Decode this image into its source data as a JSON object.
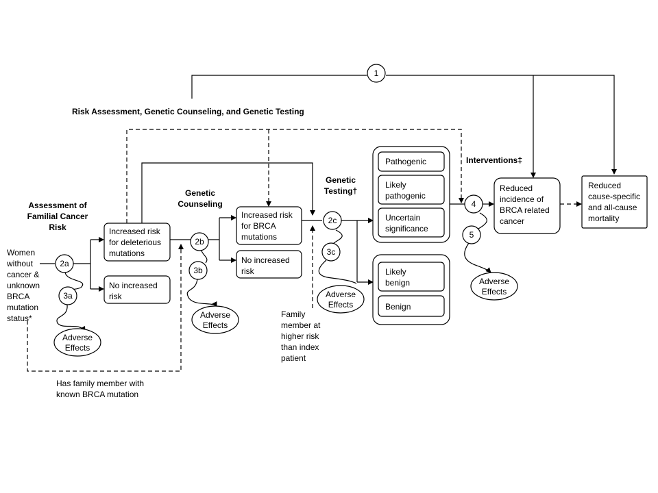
{
  "title": "Risk Assessment,  Genetic Counseling, and Genetic Testing",
  "headers": {
    "assessment": [
      "Assessment  of",
      "Familial Cancer",
      "Risk"
    ],
    "counseling": [
      "Genetic",
      "Counseling"
    ],
    "testing": [
      "Genetic",
      "Testing†"
    ],
    "interventions": "Interventions‡"
  },
  "population": [
    "Women",
    "without",
    "cancer &",
    "unknown",
    "BRCA",
    "mutation",
    "status*"
  ],
  "boxes": {
    "increased_deleterious": [
      "Increased risk",
      "for deleterious",
      "mutations"
    ],
    "no_increased_1": [
      "No increased",
      "risk"
    ],
    "increased_brca": [
      "Increased risk",
      "for BRCA",
      "mutations"
    ],
    "no_increased_2": [
      "No increased",
      "risk"
    ],
    "pathogenic": [
      "Pathogenic"
    ],
    "likely_pathogenic": [
      "Likely",
      "pathogenic"
    ],
    "uncertain": [
      "Uncertain",
      "significance"
    ],
    "likely_benign": [
      "Likely",
      "benign"
    ],
    "benign": [
      "Benign"
    ],
    "reduced_incidence": [
      "Reduced",
      "incidence  of",
      "BRCA related",
      "cancer"
    ],
    "reduced_mortality": [
      "Reduced",
      "cause-specific",
      "and all-cause",
      "mortality"
    ]
  },
  "kq": {
    "k1": "1",
    "k2a": "2a",
    "k2b": "2b",
    "k2c": "2c",
    "k3a": "3a",
    "k3b": "3b",
    "k3c": "3c",
    "k4": "4",
    "k5": "5"
  },
  "adverse": [
    "Adverse",
    "Effects"
  ],
  "family_member_higher_risk": [
    "Family",
    "member at",
    "higher risk",
    "than index",
    "patient"
  ],
  "family_member_known": [
    "Has family member with",
    "known BRCA mutation"
  ]
}
